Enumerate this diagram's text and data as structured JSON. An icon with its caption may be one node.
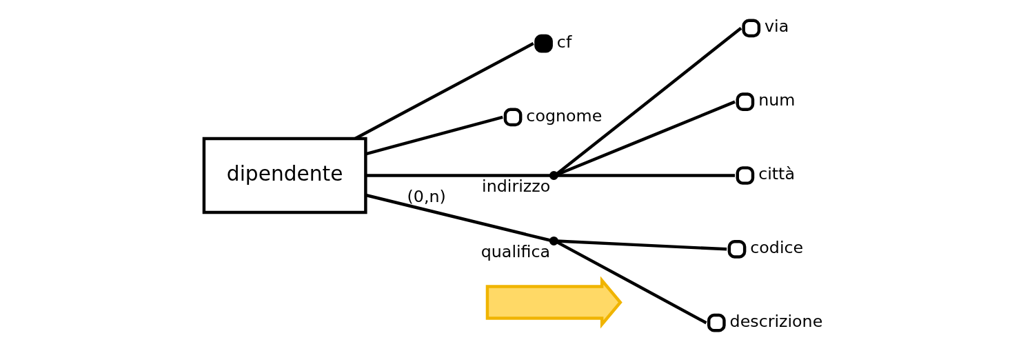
{
  "diagram": {
    "nodes": [
      {
        "text": [
          "dipendente"
        ]
      },
      {
        "text": [
          "cf"
        ]
      },
      {
        "text": [
          "cognome"
        ]
      },
      {
        "text": [
          "indirizzo"
        ]
      },
      {
        "text": [
          "via"
        ]
      },
      {
        "text": [
          "num"
        ]
      },
      {
        "text": [
          "città"
        ]
      },
      {
        "text": [
          "qualifica"
        ]
      },
      {
        "text": [
          "codice"
        ]
      },
      {
        "text": [
          "descrizione"
        ]
      },
      {
        "text": [],
        "shape": "arrow"
      }
    ],
    "edges": [
      {
        "from": 0,
        "to": 1,
        "arrow": "none"
      },
      {
        "from": 0,
        "to": 2,
        "arrow": "none"
      },
      {
        "from": 0,
        "to": 3,
        "arrow": "none"
      },
      {
        "from": 3,
        "to": 4,
        "arrow": "none"
      },
      {
        "from": 3,
        "to": 5,
        "arrow": "none"
      },
      {
        "from": 3,
        "to": 6,
        "arrow": "none"
      },
      {
        "from": 0,
        "to": 7,
        "arrow": "none",
        "label": "(0,n)"
      },
      {
        "from": 7,
        "to": 8,
        "arrow": "none"
      },
      {
        "from": 7,
        "to": 9,
        "arrow": "none"
      }
    ]
  }
}
